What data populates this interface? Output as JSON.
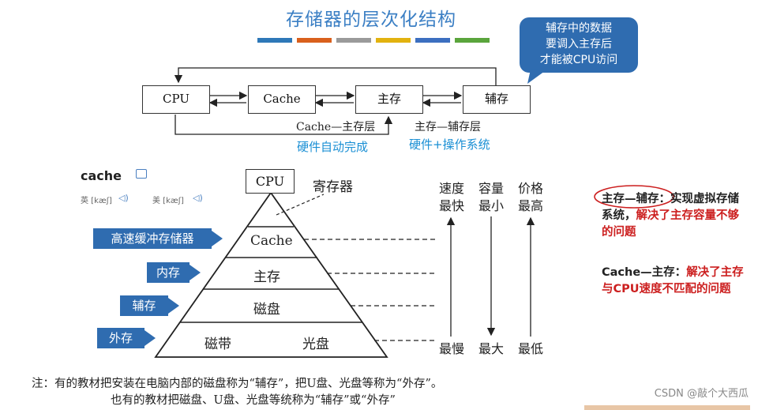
{
  "title": "存储器的层次化结构",
  "title_bar_colors": [
    "#2e78b8",
    "#d9601d",
    "#9a9a9a",
    "#e2b20f",
    "#3c6fc0",
    "#5aa53c"
  ],
  "callout": {
    "lines": [
      "辅存中的数据",
      "要调入主存后",
      "才能被CPU访问"
    ]
  },
  "flow": {
    "cpu": "CPU",
    "cache": "Cache",
    "main": "主存",
    "aux": "辅存",
    "cache_main_label": "Cache—主存层",
    "main_aux_label": "主存—辅存层",
    "cache_main_note": "硬件自动完成",
    "main_aux_note": "硬件+操作系统"
  },
  "dictionary": {
    "word": "cache",
    "uk": "英 [kæʃ]",
    "us": "美 [kæʃ]"
  },
  "pyramid": {
    "top": "CPU",
    "register": "寄存器",
    "level1": "Cache",
    "level2": "主存",
    "level3": "磁盘",
    "level4_left": "磁带",
    "level4_right": "光盘"
  },
  "tags": {
    "cache": "高速缓冲存储器",
    "internal": "内存",
    "auxiliary": "辅存",
    "external": "外存"
  },
  "columns": {
    "speed": {
      "head": "速度",
      "top": "最快",
      "bottom": "最慢"
    },
    "capacity": {
      "head": "容量",
      "top": "最小",
      "bottom": "最大"
    },
    "price": {
      "head": "价格",
      "top": "最高",
      "bottom": "最低"
    }
  },
  "right_notes": {
    "n1_black": "主存—辅存：实现虚拟存储系统，",
    "n1_red": "解决了主存容量不够的问题",
    "n2_black": "Cache—主存：",
    "n2_red": "解决了主存与CPU速度不匹配的问题"
  },
  "footnote": {
    "line1": "注：有的教材把安装在电脑内部的磁盘称为“辅存”，把U盘、光盘等称为“外存”。",
    "line2": "也有的教材把磁盘、U盘、光盘等统称为“辅存”或“外存”"
  },
  "watermark": "CSDN @敲个大西瓜"
}
